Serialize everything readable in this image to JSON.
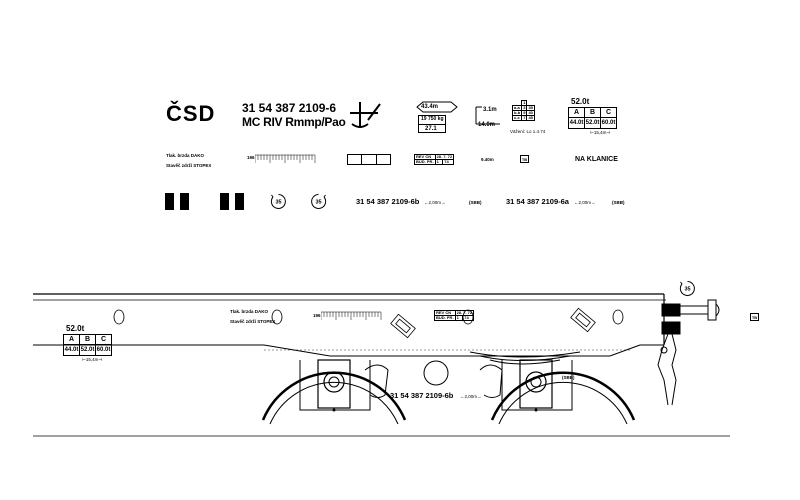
{
  "markings": {
    "logo": "ČSD",
    "wagon_number": "31 54 387 2109-6",
    "wagon_type": "MC RIV Rmmp/Pao",
    "dimension_length": "43.4m",
    "mass_tare": "19 750 kg",
    "mass_id": "27.1",
    "height_label": "3.1m",
    "width_label": "14.0m",
    "axle_table": [
      [
        "",
        "1"
      ],
      [
        "a-a",
        "3",
        "35"
      ],
      [
        "b-b",
        "9",
        "40"
      ],
      [
        "c-c",
        "7",
        "45"
      ]
    ],
    "axle_footer": "Väžení: Lo 1.4.74",
    "load_top": "52.0t",
    "load_headers": [
      "A",
      "B",
      "C"
    ],
    "load_values": [
      "44.0t",
      "52.0t",
      "60.0t"
    ],
    "load_footer": "⊢15,4m⊣",
    "brake_line1": "Tlak. brzda DAKO",
    "brake_line2": "Stavěč zdrží STOPEX",
    "scale_prefix": "196",
    "scale_digits": "1 2 3 4 5 6 7 8 9 10 11 12 13 14 15 16 17 18 19 20",
    "revision_rows": [
      [
        "REV ČN",
        "28. 7. 72"
      ],
      [
        "BUD. PR.",
        "1",
        "74"
      ]
    ],
    "distance_mark": "9.40m",
    "small_badge": "TB",
    "na_klanice": "NA KLANICE",
    "speed_sign": "35",
    "number_b": "31 54 387 2109-6b",
    "number_b_suffix": "←2,00m→",
    "number_a": "31 54 387 2109-6a",
    "number_a_suffix": "←2,00m→",
    "sbb_tag": "(SBB)",
    "side_sbb": "(SBB)"
  },
  "side_view": {
    "load_top": "52.0t",
    "load_headers": [
      "A",
      "B",
      "C"
    ],
    "load_values": [
      "44.0t",
      "52.0t",
      "60.0t"
    ],
    "load_footer": "⊢15,4m⊣",
    "brake_line1": "Tlak. brzda DAKO",
    "brake_line2": "Stavěč zdrží STOPEX",
    "scale_prefix": "196",
    "revision_rows": [
      [
        "REV ČN",
        "28. 7. 72"
      ],
      [
        "BUD. PR.",
        "1",
        "74"
      ]
    ],
    "number_b": "31 54 387 2109-6b",
    "number_b_suffix": "←2,00m→",
    "speed_sign": "35",
    "small_badge": "TB"
  }
}
